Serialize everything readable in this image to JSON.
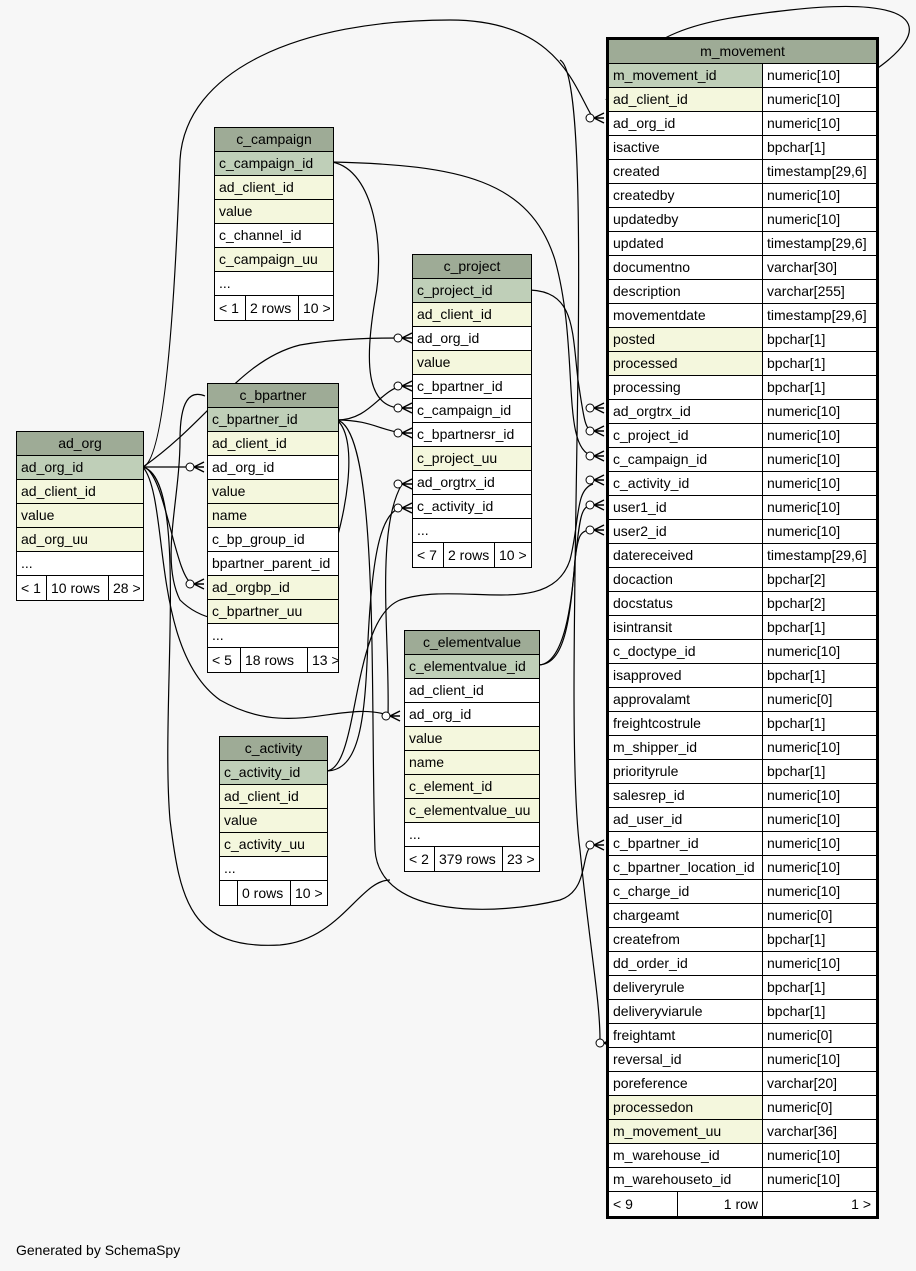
{
  "footer": "Generated by SchemaSpy",
  "tables": {
    "m_movement": {
      "name": "m_movement",
      "columns": [
        {
          "name": "m_movement_id",
          "type": "numeric[10]",
          "kind": "pk"
        },
        {
          "name": "ad_client_id",
          "type": "numeric[10]",
          "kind": "fk"
        },
        {
          "name": "ad_org_id",
          "type": "numeric[10]",
          "kind": ""
        },
        {
          "name": "isactive",
          "type": "bpchar[1]",
          "kind": ""
        },
        {
          "name": "created",
          "type": "timestamp[29,6]",
          "kind": ""
        },
        {
          "name": "createdby",
          "type": "numeric[10]",
          "kind": ""
        },
        {
          "name": "updatedby",
          "type": "numeric[10]",
          "kind": ""
        },
        {
          "name": "updated",
          "type": "timestamp[29,6]",
          "kind": ""
        },
        {
          "name": "documentno",
          "type": "varchar[30]",
          "kind": ""
        },
        {
          "name": "description",
          "type": "varchar[255]",
          "kind": ""
        },
        {
          "name": "movementdate",
          "type": "timestamp[29,6]",
          "kind": ""
        },
        {
          "name": "posted",
          "type": "bpchar[1]",
          "kind": "fk"
        },
        {
          "name": "processed",
          "type": "bpchar[1]",
          "kind": "fk"
        },
        {
          "name": "processing",
          "type": "bpchar[1]",
          "kind": ""
        },
        {
          "name": "ad_orgtrx_id",
          "type": "numeric[10]",
          "kind": ""
        },
        {
          "name": "c_project_id",
          "type": "numeric[10]",
          "kind": ""
        },
        {
          "name": "c_campaign_id",
          "type": "numeric[10]",
          "kind": ""
        },
        {
          "name": "c_activity_id",
          "type": "numeric[10]",
          "kind": ""
        },
        {
          "name": "user1_id",
          "type": "numeric[10]",
          "kind": ""
        },
        {
          "name": "user2_id",
          "type": "numeric[10]",
          "kind": ""
        },
        {
          "name": "datereceived",
          "type": "timestamp[29,6]",
          "kind": ""
        },
        {
          "name": "docaction",
          "type": "bpchar[2]",
          "kind": ""
        },
        {
          "name": "docstatus",
          "type": "bpchar[2]",
          "kind": ""
        },
        {
          "name": "isintransit",
          "type": "bpchar[1]",
          "kind": ""
        },
        {
          "name": "c_doctype_id",
          "type": "numeric[10]",
          "kind": ""
        },
        {
          "name": "isapproved",
          "type": "bpchar[1]",
          "kind": ""
        },
        {
          "name": "approvalamt",
          "type": "numeric[0]",
          "kind": ""
        },
        {
          "name": "freightcostrule",
          "type": "bpchar[1]",
          "kind": ""
        },
        {
          "name": "m_shipper_id",
          "type": "numeric[10]",
          "kind": ""
        },
        {
          "name": "priorityrule",
          "type": "bpchar[1]",
          "kind": ""
        },
        {
          "name": "salesrep_id",
          "type": "numeric[10]",
          "kind": ""
        },
        {
          "name": "ad_user_id",
          "type": "numeric[10]",
          "kind": ""
        },
        {
          "name": "c_bpartner_id",
          "type": "numeric[10]",
          "kind": ""
        },
        {
          "name": "c_bpartner_location_id",
          "type": "numeric[10]",
          "kind": ""
        },
        {
          "name": "c_charge_id",
          "type": "numeric[10]",
          "kind": ""
        },
        {
          "name": "chargeamt",
          "type": "numeric[0]",
          "kind": ""
        },
        {
          "name": "createfrom",
          "type": "bpchar[1]",
          "kind": ""
        },
        {
          "name": "dd_order_id",
          "type": "numeric[10]",
          "kind": ""
        },
        {
          "name": "deliveryrule",
          "type": "bpchar[1]",
          "kind": ""
        },
        {
          "name": "deliveryviarule",
          "type": "bpchar[1]",
          "kind": ""
        },
        {
          "name": "freightamt",
          "type": "numeric[0]",
          "kind": ""
        },
        {
          "name": "reversal_id",
          "type": "numeric[10]",
          "kind": ""
        },
        {
          "name": "poreference",
          "type": "varchar[20]",
          "kind": ""
        },
        {
          "name": "processedon",
          "type": "numeric[0]",
          "kind": "fk"
        },
        {
          "name": "m_movement_uu",
          "type": "varchar[36]",
          "kind": "fk"
        },
        {
          "name": "m_warehouse_id",
          "type": "numeric[10]",
          "kind": ""
        },
        {
          "name": "m_warehouseto_id",
          "type": "numeric[10]",
          "kind": ""
        }
      ],
      "footer": [
        "< 9",
        "1 row",
        "1 >"
      ]
    },
    "c_campaign": {
      "name": "c_campaign",
      "columns": [
        {
          "name": "c_campaign_id",
          "kind": "pk"
        },
        {
          "name": "ad_client_id",
          "kind": "fk"
        },
        {
          "name": "value",
          "kind": "fk"
        },
        {
          "name": "c_channel_id",
          "kind": ""
        },
        {
          "name": "c_campaign_uu",
          "kind": "fk"
        },
        {
          "name": "...",
          "kind": ""
        }
      ],
      "footer": [
        "< 1",
        "2 rows",
        "10 >"
      ]
    },
    "c_project": {
      "name": "c_project",
      "columns": [
        {
          "name": "c_project_id",
          "kind": "pk"
        },
        {
          "name": "ad_client_id",
          "kind": "fk"
        },
        {
          "name": "ad_org_id",
          "kind": ""
        },
        {
          "name": "value",
          "kind": "fk"
        },
        {
          "name": "c_bpartner_id",
          "kind": ""
        },
        {
          "name": "c_campaign_id",
          "kind": ""
        },
        {
          "name": "c_bpartnersr_id",
          "kind": ""
        },
        {
          "name": "c_project_uu",
          "kind": "fk"
        },
        {
          "name": "ad_orgtrx_id",
          "kind": ""
        },
        {
          "name": "c_activity_id",
          "kind": ""
        },
        {
          "name": "...",
          "kind": ""
        }
      ],
      "footer": [
        "< 7",
        "2 rows",
        "10 >"
      ]
    },
    "c_bpartner": {
      "name": "c_bpartner",
      "columns": [
        {
          "name": "c_bpartner_id",
          "kind": "pk"
        },
        {
          "name": "ad_client_id",
          "kind": "fk"
        },
        {
          "name": "ad_org_id",
          "kind": ""
        },
        {
          "name": "value",
          "kind": "fk"
        },
        {
          "name": "name",
          "kind": "fk"
        },
        {
          "name": "c_bp_group_id",
          "kind": ""
        },
        {
          "name": "bpartner_parent_id",
          "kind": ""
        },
        {
          "name": "ad_orgbp_id",
          "kind": "fk"
        },
        {
          "name": "c_bpartner_uu",
          "kind": "fk"
        },
        {
          "name": "...",
          "kind": ""
        }
      ],
      "footer": [
        "< 5",
        "18 rows",
        "13 >"
      ]
    },
    "ad_org": {
      "name": "ad_org",
      "columns": [
        {
          "name": "ad_org_id",
          "kind": "pk"
        },
        {
          "name": "ad_client_id",
          "kind": "fk"
        },
        {
          "name": "value",
          "kind": "fk"
        },
        {
          "name": "ad_org_uu",
          "kind": "fk"
        },
        {
          "name": "...",
          "kind": ""
        }
      ],
      "footer": [
        "< 1",
        "10 rows",
        "28 >"
      ]
    },
    "c_elementvalue": {
      "name": "c_elementvalue",
      "columns": [
        {
          "name": "c_elementvalue_id",
          "kind": "pk"
        },
        {
          "name": "ad_client_id",
          "kind": ""
        },
        {
          "name": "ad_org_id",
          "kind": ""
        },
        {
          "name": "value",
          "kind": "fk"
        },
        {
          "name": "name",
          "kind": "fk"
        },
        {
          "name": "c_element_id",
          "kind": "fk"
        },
        {
          "name": "c_elementvalue_uu",
          "kind": "fk"
        },
        {
          "name": "...",
          "kind": ""
        }
      ],
      "footer": [
        "< 2",
        "379 rows",
        "23 >"
      ]
    },
    "c_activity": {
      "name": "c_activity",
      "columns": [
        {
          "name": "c_activity_id",
          "kind": "pk"
        },
        {
          "name": "ad_client_id",
          "kind": "fk"
        },
        {
          "name": "value",
          "kind": "fk"
        },
        {
          "name": "c_activity_uu",
          "kind": "fk"
        },
        {
          "name": "...",
          "kind": ""
        }
      ],
      "footer": [
        "",
        "0 rows",
        "10 >"
      ]
    }
  }
}
